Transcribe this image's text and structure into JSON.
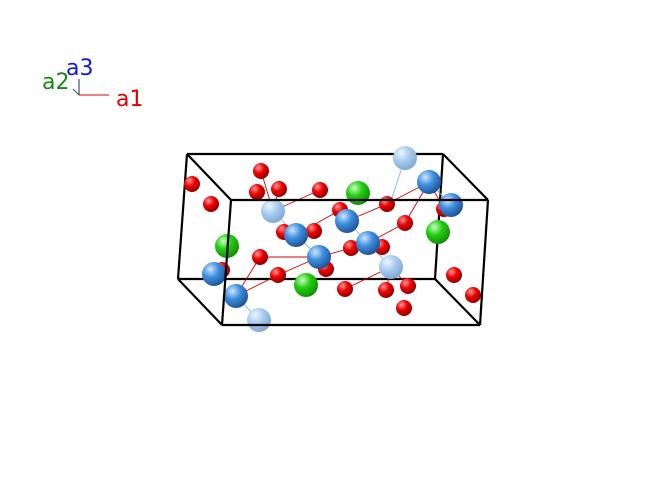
{
  "axes": {
    "a1": {
      "label": "a1",
      "color": "#e00000"
    },
    "a2": {
      "label": "a2",
      "color": "#138a13"
    },
    "a3": {
      "label": "a3",
      "color": "#0b18e0"
    }
  },
  "colors": {
    "cell_edge": "#000000",
    "bond_red": "#d40000",
    "bond_blue": "#7fb0e8",
    "axis_a1": "#e00000",
    "axis_a2": "#1a6a1a",
    "axis_a3": "#1a2a6a"
  },
  "elements": {
    "oxygen": {
      "color": "#ee0000",
      "dark": "#8a0000",
      "light": "#ff9a9a"
    },
    "blue": {
      "color": "#3e8fe0",
      "dark": "#1c4f8e",
      "light": "#cfe6ff"
    },
    "blue_faded": {
      "color": "#a9cdf0",
      "dark": "#7ea6cf",
      "light": "#eef6ff"
    },
    "green": {
      "color": "#22cc12",
      "dark": "#138a05",
      "light": "#c8ffc0"
    }
  }
}
